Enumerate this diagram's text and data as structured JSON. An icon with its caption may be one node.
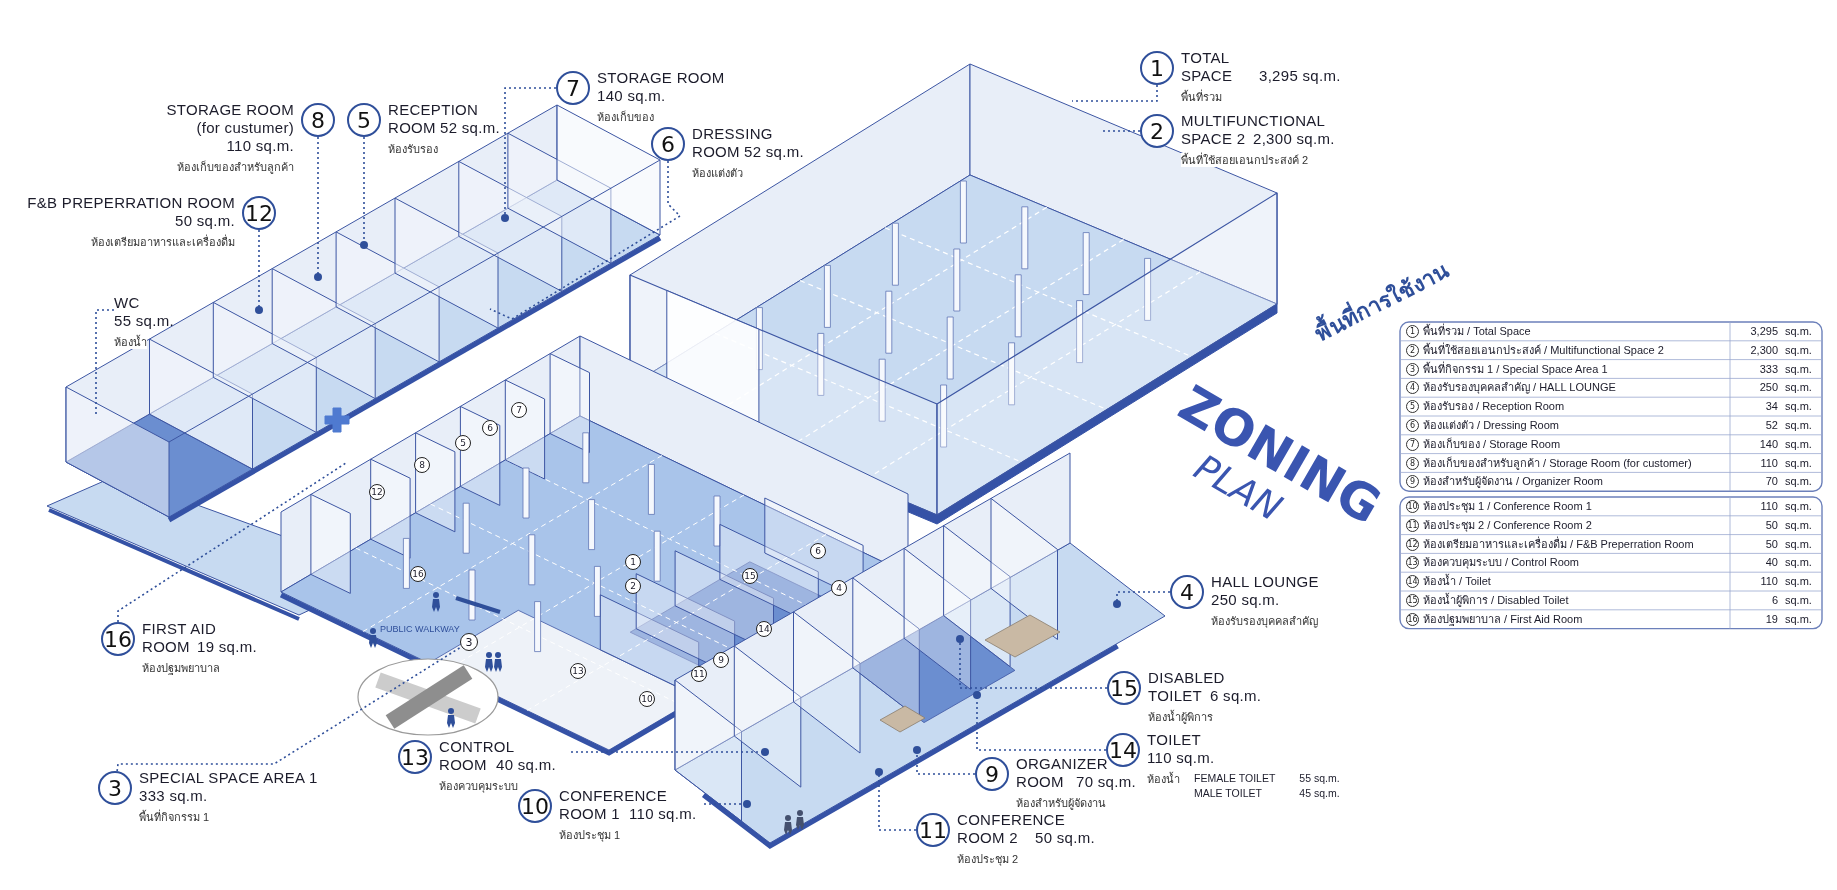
{
  "diagram": {
    "nodes": [
      {
        "text": [
          "1",
          "TOTAL SPACE",
          "3,295 sq.m.",
          "พื้นที่รวม"
        ]
      },
      {
        "text": [
          "7",
          "STORAGE ROOM",
          "140 sq.m.",
          "ห้องเก็บของ"
        ]
      },
      {
        "text": [
          "8",
          "STORAGE ROOM (for custumer)",
          "110 sq.m.",
          "ห้องเก็บของสำหรับลูกค้า"
        ]
      },
      {
        "text": [
          "5",
          "RECEPTION ROOM",
          "52 sq.m.",
          "ห้องรับรอง"
        ]
      },
      {
        "text": [
          "2",
          "MULTIFUNCTIONAL SPACE 2",
          "2,300 sq.m.",
          "พื้นที่ใช้สอยเอนกประสงค์ 2"
        ]
      },
      {
        "text": [
          "6",
          "DRESSING ROOM",
          "52 sq.m.",
          "ห้องแต่งตัว"
        ]
      },
      {
        "text": [
          "12",
          "F&B PREPERRATION ROOM",
          "50 sq.m.",
          "ห้องเตรียมอาหารและเครื่องดื่ม"
        ]
      },
      {
        "text": [
          "WC",
          "55 sq.m.",
          "ห้องน้ำ"
        ]
      },
      {
        "text": [
          "16",
          "FIRST AID ROOM",
          "19 sq.m.",
          "ห้องปฐมพยาบาล"
        ]
      },
      {
        "text": [
          "3"
        ]
      },
      {
        "text": [
          "4",
          "HALL LOUNGE",
          "250 sq.m.",
          "ห้องรับรองบุคคลสำคัญ"
        ]
      },
      {
        "text": [
          "15",
          "DISABLED TOILET",
          "6 sq.m.",
          "ห้องน้ำผู้พิการ"
        ]
      },
      {
        "text": [
          "14",
          "TOILET",
          "110 sq.m.",
          "ห้องน้ำ",
          "FEMALE TOILET",
          "55 sq.m.",
          "MALE TOILET",
          "45 sq.m."
        ]
      },
      {
        "text": [
          "13",
          "CONTROL ROOM",
          "40 sq.m.",
          "ห้องควบคุมระบบ"
        ]
      },
      {
        "text": [
          "9",
          "ORGANIZER ROOM",
          "70 sq.m.",
          "ห้องสำหรับผู้จัดงาน"
        ]
      },
      {
        "text": [
          "3",
          "SPECIAL SPACE AREA 1",
          "333 sq.m.",
          "พื้นที่กิจกรรม 1"
        ]
      },
      {
        "text": [
          "10",
          "CONFERENCE ROOM 1",
          "110 sq.m.",
          "ห้องประชุม 1"
        ]
      },
      {
        "text": [
          "11",
          "CONFERENCE ROOM 2",
          "50 sq.m.",
          "ห้องประชุม 2"
        ]
      }
    ],
    "edges": [
      {
        "from": 0,
        "to": null,
        "arrow": "none"
      },
      {
        "from": 4,
        "to": null,
        "arrow": "none"
      },
      {
        "from": 1,
        "to": null,
        "arrow": "other"
      },
      {
        "from": 2,
        "to": null,
        "arrow": "other"
      },
      {
        "from": 3,
        "to": null,
        "arrow": "other"
      },
      {
        "from": 5,
        "to": null,
        "arrow": "none"
      },
      {
        "from": 6,
        "to": null,
        "arrow": "other"
      },
      {
        "from": 7,
        "to": null,
        "arrow": "none"
      },
      {
        "from": 8,
        "to": null,
        "arrow": "none"
      },
      {
        "from": 15,
        "to": 9,
        "arrow": "none"
      },
      {
        "from": 10,
        "to": null,
        "arrow": "other"
      },
      {
        "from": 11,
        "to": null,
        "arrow": "other"
      },
      {
        "from": 12,
        "to": null,
        "arrow": "other"
      },
      {
        "from": 14,
        "to": null,
        "arrow": "other"
      },
      {
        "from": 17,
        "to": null,
        "arrow": "other"
      },
      {
        "from": 16,
        "to": null,
        "arrow": "other"
      },
      {
        "from": 13,
        "to": null,
        "arrow": "other"
      }
    ],
    "labels": [
      "7",
      "6",
      "5",
      "8",
      "12",
      "6",
      "1",
      "16",
      "15",
      "2",
      "4",
      "14",
      "9",
      "13",
      "11",
      "10",
      "พื้นที่การใช้งาน",
      "ZONING",
      "PLAN",
      "PUBLIC WALKWAY",
      "1",
      "พื้นที่รวม / Total Space",
      "3,295",
      "sq.m.",
      "2",
      "พื้นที่ใช้สอยเอนกประสงค์ / Multifunctional Space 2",
      "2,300",
      "sq.m.",
      "3",
      "พื้นที่กิจกรรม 1 / Special Space Area 1",
      "333",
      "sq.m.",
      "4",
      "ห้องรับรองบุคคลสำคัญ / HALL LOUNGE",
      "250",
      "sq.m.",
      "5",
      "ห้องรับรอง / Reception Room",
      "34",
      "sq.m.",
      "6",
      "ห้องแต่งตัว / Dressing Room",
      "52",
      "sq.m.",
      "7",
      "ห้องเก็บของ / Storage Room",
      "140",
      "sq.m.",
      "8",
      "ห้องเก็บของสำหรับลูกค้า / Storage Room (for customer)",
      "110",
      "sq.m.",
      "9",
      "ห้องสำหรับผู้จัดงาน / Organizer Room",
      "70",
      "sq.m.",
      "10",
      "ห้องประชุม 1 / Conference Room 1",
      "110",
      "sq.m.",
      "11",
      "ห้องประชุม 2 / Conference Room 2",
      "50",
      "sq.m.",
      "12",
      "ห้องเตรียมอาหารและเครื่องดื่ม / F&B Preperration Room",
      "50",
      "sq.m.",
      "13",
      "ห้องควบคุมระบบ / Control Room",
      "40",
      "sq.m.",
      "14",
      "ห้องน้ำ / Toilet",
      "110",
      "sq.m.",
      "15",
      "ห้องน้ำผู้พิการ / Disabled Toilet",
      "6",
      "sq.m.",
      "16",
      "ห้องปฐมพยาบาล / First Aid Room",
      "19",
      "sq.m."
    ]
  }
}
